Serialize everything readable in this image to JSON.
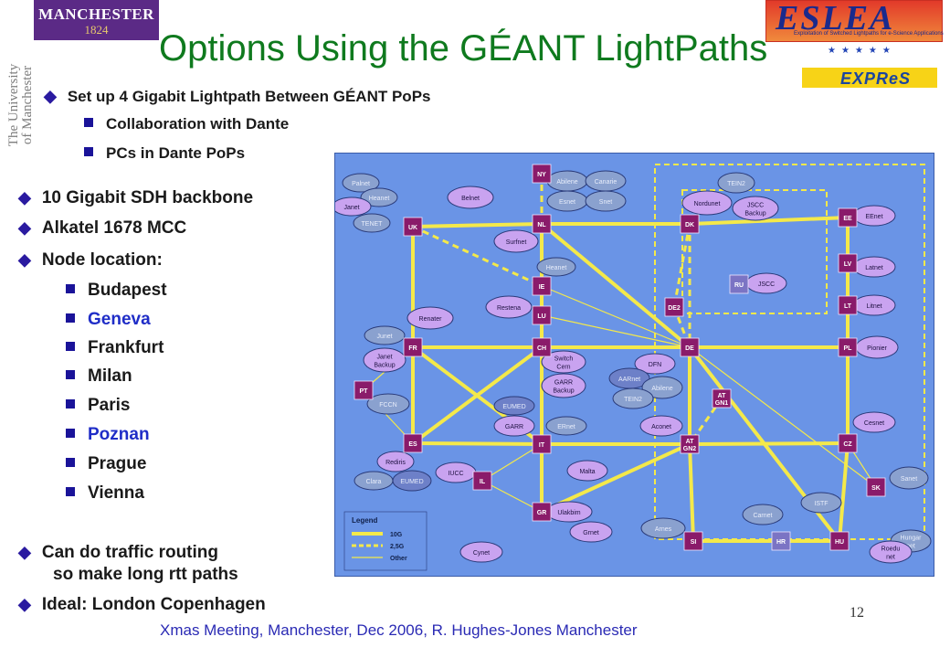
{
  "logos": {
    "manchester_name": "MANCHESTER",
    "manchester_year": "1824",
    "university_vertical": [
      "The University",
      "of Manchester"
    ],
    "esl_name": "ESLEA",
    "esl_tagline": "Exploitation of Switched Lightpaths for e-Science Applications",
    "express_name": "EXPReS"
  },
  "title": "Options Using the GÉANT LightPaths",
  "top_bullet": {
    "text": "Set up 4 Gigabit Lightpath Between GÉANT PoPs",
    "subs": [
      "Collaboration with Dante",
      "PCs in Dante PoPs"
    ]
  },
  "bullets": [
    "10 Gigabit SDH backbone",
    "Alkatel 1678 MCC",
    "Node location:"
  ],
  "locations": [
    {
      "name": "Budapest",
      "highlight": false
    },
    {
      "name": "Geneva",
      "highlight": true
    },
    {
      "name": "Frankfurt",
      "highlight": false
    },
    {
      "name": "Milan",
      "highlight": false
    },
    {
      "name": "Paris",
      "highlight": false
    },
    {
      "name": "Poznan",
      "highlight": true
    },
    {
      "name": "Prague",
      "highlight": false
    },
    {
      "name": "Vienna",
      "highlight": false
    }
  ],
  "bottom_bullets": [
    {
      "line1": "Can do traffic routing",
      "line2": "so make long rtt paths"
    },
    {
      "line1": "Ideal: London Copenhagen",
      "line2": ""
    }
  ],
  "map": {
    "colors": {
      "background": "#6a94e6",
      "node": "#8a1b6a",
      "nren_purple": "#c9a3f0",
      "nren_grey": "#8aa1cf",
      "nren_dark": "#6d80c8",
      "link": "#f4e94a",
      "region": "#f4e94a"
    },
    "pops": [
      {
        "id": "NY",
        "label": "NY"
      },
      {
        "id": "UK",
        "label": "UK"
      },
      {
        "id": "NL",
        "label": "NL"
      },
      {
        "id": "DK",
        "label": "DK"
      },
      {
        "id": "EE",
        "label": "EE"
      },
      {
        "id": "LV",
        "label": "LV"
      },
      {
        "id": "LT",
        "label": "LT"
      },
      {
        "id": "IE",
        "label": "IE"
      },
      {
        "id": "DE2",
        "label": "DE2"
      },
      {
        "id": "RU",
        "label": "RU"
      },
      {
        "id": "LU",
        "label": "LU"
      },
      {
        "id": "FR",
        "label": "FR"
      },
      {
        "id": "CH",
        "label": "CH"
      },
      {
        "id": "DE",
        "label": "DE"
      },
      {
        "id": "PL",
        "label": "PL"
      },
      {
        "id": "PT",
        "label": "PT"
      },
      {
        "id": "ATGN1",
        "label": "AT GN1"
      },
      {
        "id": "ES",
        "label": "ES"
      },
      {
        "id": "IT",
        "label": "IT"
      },
      {
        "id": "ATGN2",
        "label": "AT GN2"
      },
      {
        "id": "CZ",
        "label": "CZ"
      },
      {
        "id": "IL",
        "label": "IL"
      },
      {
        "id": "SK",
        "label": "SK"
      },
      {
        "id": "GR",
        "label": "GR"
      },
      {
        "id": "SI",
        "label": "SI"
      },
      {
        "id": "HR",
        "label": "HR"
      },
      {
        "id": "HU",
        "label": "HU"
      }
    ],
    "nrens": [
      {
        "label": "Palnet",
        "style": "grey"
      },
      {
        "label": "Heanet",
        "style": "grey"
      },
      {
        "label": "Janet",
        "style": "purple"
      },
      {
        "label": "TENET",
        "style": "grey"
      },
      {
        "label": "Belnet",
        "style": "purple"
      },
      {
        "label": "Abilene",
        "style": "grey"
      },
      {
        "label": "Canarie",
        "style": "grey"
      },
      {
        "label": "Esnet",
        "style": "grey"
      },
      {
        "label": "Snet",
        "style": "grey"
      },
      {
        "label": "Surfnet",
        "style": "purple"
      },
      {
        "label": "TEIN2",
        "style": "grey"
      },
      {
        "label": "Nordunet",
        "style": "purple"
      },
      {
        "label": "JSCC Backup",
        "style": "purple"
      },
      {
        "label": "EEnet",
        "style": "purple"
      },
      {
        "label": "Heanet",
        "style": "grey"
      },
      {
        "label": "Latnet",
        "style": "purple"
      },
      {
        "label": "JSCC",
        "style": "purple"
      },
      {
        "label": "Litnet",
        "style": "purple"
      },
      {
        "label": "Restena",
        "style": "purple"
      },
      {
        "label": "Renater",
        "style": "purple"
      },
      {
        "label": "Junet",
        "style": "grey"
      },
      {
        "label": "Janet Backup",
        "style": "purple"
      },
      {
        "label": "Switch Cern",
        "style": "purple"
      },
      {
        "label": "GARR Backup",
        "style": "purple"
      },
      {
        "label": "DFN",
        "style": "purple"
      },
      {
        "label": "AARnet",
        "style": "dark"
      },
      {
        "label": "Abilene",
        "style": "grey"
      },
      {
        "label": "TEIN2",
        "style": "grey"
      },
      {
        "label": "Pionier",
        "style": "purple"
      },
      {
        "label": "FCCN",
        "style": "grey"
      },
      {
        "label": "EUMED",
        "style": "dark"
      },
      {
        "label": "GARR",
        "style": "purple"
      },
      {
        "label": "ERnet",
        "style": "grey"
      },
      {
        "label": "Aconet",
        "style": "purple"
      },
      {
        "label": "Cesnet",
        "style": "purple"
      },
      {
        "label": "Rediris",
        "style": "purple"
      },
      {
        "label": "Clara",
        "style": "grey"
      },
      {
        "label": "EUMED",
        "style": "dark"
      },
      {
        "label": "IUCC",
        "style": "purple"
      },
      {
        "label": "Malta",
        "style": "purple"
      },
      {
        "label": "Sanet",
        "style": "grey"
      },
      {
        "label": "ISTF",
        "style": "grey"
      },
      {
        "label": "Carnet",
        "style": "grey"
      },
      {
        "label": "Arnes",
        "style": "grey"
      },
      {
        "label": "Ulakbim",
        "style": "purple"
      },
      {
        "label": "Grnet",
        "style": "purple"
      },
      {
        "label": "Cynet",
        "style": "purple"
      },
      {
        "label": "Hungar net",
        "style": "grey"
      },
      {
        "label": "Roedu net",
        "style": "purple"
      }
    ],
    "legend": {
      "title": "Legend",
      "items": [
        {
          "label": "10G",
          "style": "solid-thick"
        },
        {
          "label": "2,5G",
          "style": "dashed"
        },
        {
          "label": "Other",
          "style": "thin"
        }
      ]
    }
  },
  "footer": "Xmas Meeting, Manchester, Dec 2006,  R. Hughes-Jones  Manchester",
  "page_number": "12"
}
